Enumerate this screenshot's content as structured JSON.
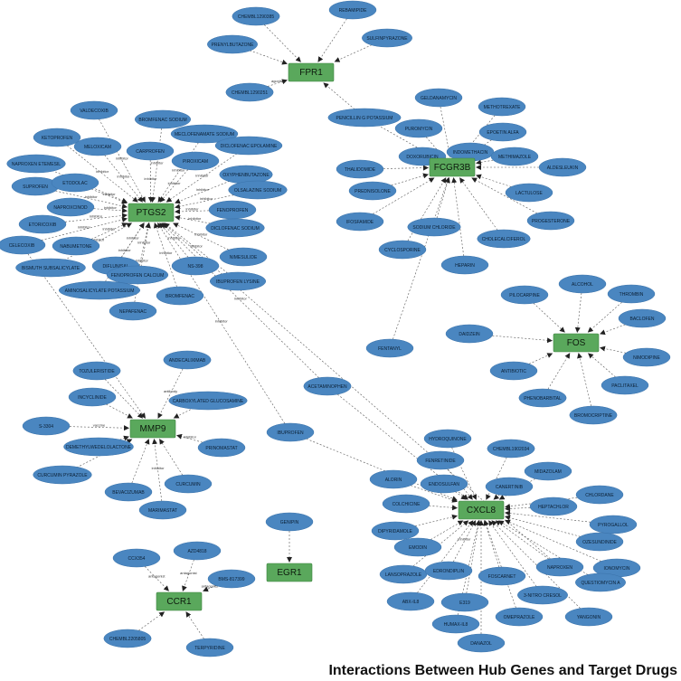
{
  "caption": "Interactions Between Hub Genes and Target Drugs",
  "colors": {
    "drug": "#4a86c0",
    "gene": "#5aa85c",
    "edge": "#555555"
  },
  "genes": [
    {
      "id": "FPR1",
      "label": "FPR1"
    },
    {
      "id": "PTGS2",
      "label": "PTGS2"
    },
    {
      "id": "FCGR3B",
      "label": "FCGR3B"
    },
    {
      "id": "FOS",
      "label": "FOS"
    },
    {
      "id": "MMP9",
      "label": "MMP9"
    },
    {
      "id": "CXCL8",
      "label": "CXCL8"
    },
    {
      "id": "EGR1",
      "label": "EGR1"
    },
    {
      "id": "CCR1",
      "label": "CCR1"
    }
  ],
  "drugs": [
    {
      "id": "chembl1290385",
      "label": "CHEMBL1290385",
      "target": "FPR1"
    },
    {
      "id": "rebamipide",
      "label": "REBAMIPIDE",
      "target": "FPR1"
    },
    {
      "id": "prenylbutazone",
      "label": "PRENYLBUTAZONE",
      "target": "FPR1"
    },
    {
      "id": "sulfinpyrazone",
      "label": "SULFINPYRAZONE",
      "target": "FPR1"
    },
    {
      "id": "chembl1290251",
      "label": "CHEMBL1290251",
      "target": "FPR1",
      "edge": "agonist"
    },
    {
      "id": "penicillin",
      "label": "PENICILLIN G POTASSIUM",
      "target": "FPR1",
      "second": "FCGR3B"
    },
    {
      "id": "valdecoxib",
      "label": "VALDECOXIB",
      "target": "PTGS2",
      "edge": "inhibitor"
    },
    {
      "id": "bromfenac_sodium",
      "label": "BROMFENAC SODIUM",
      "target": "PTGS2",
      "edge": "inhibitor"
    },
    {
      "id": "ketoprofen",
      "label": "KETOPROFEN",
      "target": "PTGS2",
      "edge": "inhibitor"
    },
    {
      "id": "meloxicam",
      "label": "MELOXICAM",
      "target": "PTGS2",
      "edge": "inhibitor"
    },
    {
      "id": "meclofenamate",
      "label": "MECLOFENAMATE SODIUM",
      "target": "PTGS2",
      "edge": "inhibitor"
    },
    {
      "id": "carprofen",
      "label": "CARPROFEN",
      "target": "PTGS2",
      "edge": "inhibitor"
    },
    {
      "id": "diclofenac_epolamine",
      "label": "DICLOFENAC EPOLAMINE",
      "target": "PTGS2",
      "edge": "inhibitor"
    },
    {
      "id": "naproxen_etemesil",
      "label": "NAPROXEN ETEMESIL",
      "target": "PTGS2",
      "edge": "inhibitor"
    },
    {
      "id": "piroxicam",
      "label": "PIROXICAM",
      "target": "PTGS2",
      "edge": "inhibitor"
    },
    {
      "id": "oxyphenbutazone",
      "label": "OXYPHENBUTAZONE",
      "target": "PTGS2",
      "edge": "inhibitor"
    },
    {
      "id": "suprofen",
      "label": "SUPROFEN",
      "target": "PTGS2",
      "edge": "inhibitor"
    },
    {
      "id": "etodolac",
      "label": "ETODOLAC",
      "target": "PTGS2",
      "edge": "inhibitor"
    },
    {
      "id": "olsalazine",
      "label": "OLSALAZINE SODIUM",
      "target": "PTGS2",
      "edge": "inhibitor"
    },
    {
      "id": "naproxcinod",
      "label": "NAPROXCINOD",
      "target": "PTGS2",
      "edge": "inhibitor"
    },
    {
      "id": "fenoprofen",
      "label": "FENOPROFEN",
      "target": "PTGS2",
      "edge": "inhibitor"
    },
    {
      "id": "etoricoxib",
      "label": "ETORICOXIB",
      "target": "PTGS2",
      "edge": "inhibitor"
    },
    {
      "id": "diclofenac_sodium",
      "label": "DICLOFENAC SODIUM",
      "target": "PTGS2",
      "edge": "inhibitor"
    },
    {
      "id": "celecoxib",
      "label": "CELECOXIB",
      "target": "PTGS2",
      "edge": "inhibitor",
      "second": "MMP9"
    },
    {
      "id": "nabumetone",
      "label": "NABUMETONE",
      "target": "PTGS2",
      "edge": "inhibitor"
    },
    {
      "id": "bismuth",
      "label": "BISMUTH SUBSALICYLATE",
      "target": "PTGS2",
      "edge": "inhibitor"
    },
    {
      "id": "diflunisal",
      "label": "DIFLUNISAL",
      "target": "PTGS2",
      "edge": "inhibitor"
    },
    {
      "id": "ns398",
      "label": "NS-398",
      "target": "PTGS2",
      "edge": "inhibitor"
    },
    {
      "id": "nimesulide",
      "label": "NIMESULIDE",
      "target": "PTGS2",
      "edge": "inhibitor"
    },
    {
      "id": "fenoprofen_calcium",
      "label": "FENOPROFEN CALCIUM",
      "target": "PTGS2",
      "edge": "inhibitor"
    },
    {
      "id": "ibuprofen_lysine",
      "label": "IBUPROFEN LYSINE",
      "target": "PTGS2",
      "edge": "inhibitor"
    },
    {
      "id": "aminosalicylate",
      "label": "AMINOSALICYLATE POTASSIUM",
      "target": "PTGS2",
      "edge": "inhibitor"
    },
    {
      "id": "bromfenac",
      "label": "BROMFENAC",
      "target": "PTGS2",
      "edge": "inhibitor"
    },
    {
      "id": "nepafenac",
      "label": "NEPAFENAC",
      "target": "PTGS2",
      "edge": "inhibitor"
    },
    {
      "id": "geldanamycin",
      "label": "GELDANAMYCIN",
      "target": "FCGR3B"
    },
    {
      "id": "methotrexate",
      "label": "METHOTREXATE",
      "target": "FCGR3B"
    },
    {
      "id": "puromycin",
      "label": "PUROMYCIN",
      "target": "FCGR3B"
    },
    {
      "id": "epoetin",
      "label": "EPOETIN ALFA",
      "target": "FCGR3B"
    },
    {
      "id": "indomethacin",
      "label": "INDOMETHACIN",
      "target": "FCGR3B"
    },
    {
      "id": "doxorubicin",
      "label": "DOXORUBICIN",
      "target": "FCGR3B"
    },
    {
      "id": "methimazole",
      "label": "METHIMAZOLE",
      "target": "FCGR3B"
    },
    {
      "id": "thalidomide",
      "label": "THALIDOMIDE",
      "target": "FCGR3B"
    },
    {
      "id": "aldesleukin",
      "label": "ALDESLEUKIN",
      "target": "FCGR3B"
    },
    {
      "id": "prednisolone",
      "label": "PREDNISOLONE",
      "target": "FCGR3B"
    },
    {
      "id": "lactulose",
      "label": "LACTULOSE",
      "target": "FCGR3B"
    },
    {
      "id": "ifosfamide",
      "label": "IFOSFAMIDE",
      "target": "FCGR3B"
    },
    {
      "id": "sodium_chloride",
      "label": "SODIUM CHLORIDE",
      "target": "FCGR3B"
    },
    {
      "id": "progesterone",
      "label": "PROGESTERONE",
      "target": "FCGR3B"
    },
    {
      "id": "cholecalciferol",
      "label": "CHOLECALCIFEROL",
      "target": "FCGR3B"
    },
    {
      "id": "cyclosporine",
      "label": "CYCLOSPORINE",
      "target": "FCGR3B"
    },
    {
      "id": "heparin",
      "label": "HEPARIN",
      "target": "FCGR3B"
    },
    {
      "id": "fentanyl",
      "label": "FENTANYL",
      "target": "FCGR3B"
    },
    {
      "id": "pilocarpine",
      "label": "PILOCARPINE",
      "target": "FOS"
    },
    {
      "id": "alcohol",
      "label": "ALCOHOL",
      "target": "FOS"
    },
    {
      "id": "thrombin",
      "label": "THROMBIN",
      "target": "FOS"
    },
    {
      "id": "daidzein",
      "label": "DAIDZEIN",
      "target": "FOS"
    },
    {
      "id": "baclofen",
      "label": "BACLOFEN",
      "target": "FOS"
    },
    {
      "id": "nimodipine",
      "label": "NIMODIPINE",
      "target": "FOS"
    },
    {
      "id": "antibiotic",
      "label": "ANTIBIOTIC",
      "target": "FOS"
    },
    {
      "id": "paclitaxel",
      "label": "PACLITAXEL",
      "target": "FOS"
    },
    {
      "id": "phenobarbital",
      "label": "PHENOBARBITAL",
      "target": "FOS"
    },
    {
      "id": "bromocriptine",
      "label": "BROMOCRIPTINE",
      "target": "FOS"
    },
    {
      "id": "andecaliximab",
      "label": "ANDECALIXIMAB",
      "target": "MMP9",
      "edge": "antibody"
    },
    {
      "id": "tozuleristide",
      "label": "TOZULERISTIDE",
      "target": "MMP9"
    },
    {
      "id": "carboxylated",
      "label": "CARBOXYLATED GLUCOSAMINE",
      "target": "MMP9"
    },
    {
      "id": "incyclinide",
      "label": "INCYCLINIDE",
      "target": "MMP9"
    },
    {
      "id": "s3304",
      "label": "S-3304",
      "target": "MMP9",
      "edge": "vaccine"
    },
    {
      "id": "demethyl",
      "label": "DEMETHYLWEDELOLACTONE",
      "target": "MMP9"
    },
    {
      "id": "prinomastat",
      "label": "PRINOMASTAT",
      "target": "MMP9",
      "edge": "inhibitor"
    },
    {
      "id": "curcumin_pyrazole",
      "label": "CURCUMIN PYRAZOLE",
      "target": "MMP9"
    },
    {
      "id": "curcumin",
      "label": "CURCUMIN",
      "target": "MMP9"
    },
    {
      "id": "bevacizumab",
      "label": "BEVACIZUMAB",
      "target": "MMP9"
    },
    {
      "id": "marimastat",
      "label": "MARIMASTAT",
      "target": "MMP9",
      "edge": "inhibitor"
    },
    {
      "id": "acetaminophen",
      "label": "ACETAMINOPHEN",
      "target": "CXCL8",
      "second": "PTGS2",
      "edge2": "inhibitor"
    },
    {
      "id": "ibuprofen",
      "label": "IBUPROFEN",
      "target": "CXCL8",
      "second": "PTGS2",
      "edge2": "inhibitor"
    },
    {
      "id": "hydroquinone",
      "label": "HYDROQUINONE",
      "target": "CXCL8"
    },
    {
      "id": "fenretinide",
      "label": "FENRETINIDE",
      "target": "CXCL8"
    },
    {
      "id": "chembl1902034",
      "label": "CHEMBL1902034",
      "target": "CXCL8"
    },
    {
      "id": "midazolam",
      "label": "MIDAZOLAM",
      "target": "CXCL8"
    },
    {
      "id": "alorin",
      "label": "ALORIN",
      "target": "CXCL8"
    },
    {
      "id": "endosulfan",
      "label": "ENDOSULFAN",
      "target": "CXCL8"
    },
    {
      "id": "canertinib",
      "label": "CANERTINIB",
      "target": "CXCL8"
    },
    {
      "id": "chlordane",
      "label": "CHLORDANE",
      "target": "CXCL8"
    },
    {
      "id": "colchicine",
      "label": "COLCHICINE",
      "target": "CXCL8"
    },
    {
      "id": "heptachlor",
      "label": "HEPTACHLOR",
      "target": "CXCL8"
    },
    {
      "id": "dipyridamole",
      "label": "DIPYRIDAMOLE",
      "target": "CXCL8"
    },
    {
      "id": "pyrogallol",
      "label": "PYROGALLOL",
      "target": "CXCL8"
    },
    {
      "id": "emodin",
      "label": "EMODIN",
      "target": "CXCL8"
    },
    {
      "id": "ozesundinide",
      "label": "OZESUNDINIDE",
      "target": "CXCL8"
    },
    {
      "id": "lansoprazole",
      "label": "LANSOPRAZOLE",
      "target": "CXCL8"
    },
    {
      "id": "naproxen",
      "label": "NAPROXEN",
      "target": "CXCL8",
      "second": "PTGS2"
    },
    {
      "id": "ionomycin",
      "label": "IONOMYCIN",
      "target": "CXCL8"
    },
    {
      "id": "edrondiplin",
      "label": "EDRONDIPLIN",
      "target": "CXCL8",
      "edge": "inhibitor"
    },
    {
      "id": "foscarnet",
      "label": "FOSCARNET",
      "target": "CXCL8"
    },
    {
      "id": "questiomycin",
      "label": "QUESTIOMYCIN A",
      "target": "CXCL8"
    },
    {
      "id": "abx_il8",
      "label": "ABX-IL8",
      "target": "CXCL8"
    },
    {
      "id": "nitro_cresol",
      "label": "3-NITRO CRESOL",
      "target": "CXCL8"
    },
    {
      "id": "e319",
      "label": "E319",
      "target": "CXCL8"
    },
    {
      "id": "yangonin",
      "label": "YANGONIN",
      "target": "CXCL8"
    },
    {
      "id": "omeprazole",
      "label": "OMEPRAZOLE",
      "target": "CXCL8"
    },
    {
      "id": "humax",
      "label": "HUMAX-IL8",
      "target": "CXCL8"
    },
    {
      "id": "danazol",
      "label": "DANAZOL",
      "target": "CXCL8"
    },
    {
      "id": "genipin",
      "label": "GENIPIN",
      "target": "EGR1"
    },
    {
      "id": "ccx354",
      "label": "CCX354",
      "target": "CCR1",
      "edge": "antagonist"
    },
    {
      "id": "azd4818",
      "label": "AZD4818",
      "target": "CCR1",
      "edge": "antagonist"
    },
    {
      "id": "bms817399",
      "label": "BMS-817399",
      "target": "CCR1",
      "edge": "antagonist"
    },
    {
      "id": "chembl2205805",
      "label": "CHEMBL2205805",
      "target": "CCR1"
    },
    {
      "id": "terpyridine",
      "label": "TERPYRIDINE",
      "target": "CCR1"
    }
  ]
}
